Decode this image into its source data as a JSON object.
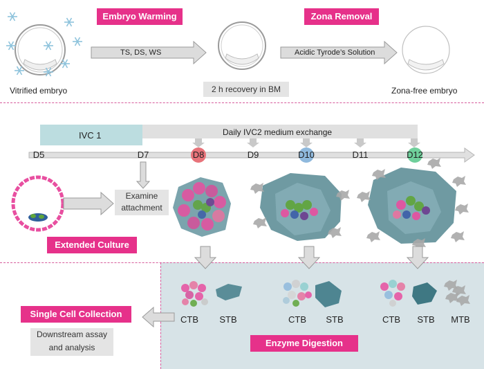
{
  "colors": {
    "accent_pink": "#e6318a",
    "ivc1_teal": "#bcdde0",
    "arrow_gray": "#dcdcdc",
    "stb_teal": "#3f7883",
    "section_bg": "#d7e3e7"
  },
  "top_row": {
    "embryo_warming": "Embryo Warming",
    "zona_removal": "Zona Removal",
    "vitrified_embryo": "Vitrified embryo",
    "warming_solutions": "TS, DS, WS",
    "recovery": "2 h recovery in BM",
    "acidic_tyrode": "Acidic Tyrode’s Solution",
    "zona_free_embryo": "Zona-free embryo"
  },
  "timeline": {
    "ivc1": "IVC 1",
    "ivc2": "Daily IVC2 medium exchange",
    "days": [
      "D5",
      "D7",
      "D8",
      "D9",
      "D10",
      "D11",
      "D12"
    ],
    "highlight_colors": {
      "D8": "#e8737a",
      "D10": "#8fb9dd",
      "D12": "#6fcf9b"
    }
  },
  "middle_row": {
    "examine_attachment": "Examine attachment",
    "extended_culture": "Extended Culture"
  },
  "bottom_row": {
    "single_cell_collection": "Single Cell Collection",
    "downstream": "Downstream assay and analysis",
    "enzyme_digestion": "Enzyme Digestion",
    "ctb": "CTB",
    "stb": "STB",
    "mtb": "MTB"
  },
  "icons": {
    "snowflake": "snowflake-icon",
    "embryo": "embryo-icon"
  }
}
